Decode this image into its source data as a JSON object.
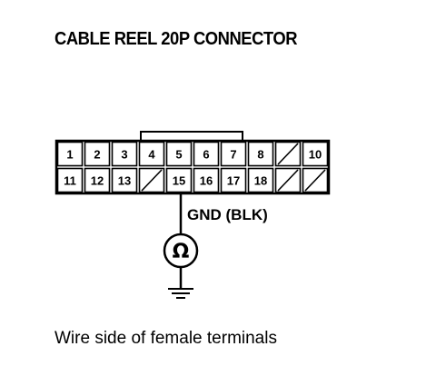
{
  "title": "CABLE REEL 20P CONNECTOR",
  "wire_label": "GND (BLK)",
  "caption": "Wire side of female terminals",
  "connector": {
    "row1": [
      "1",
      "2",
      "3",
      "4",
      "5",
      "6",
      "7",
      "8",
      "",
      "10"
    ],
    "row2": [
      "11",
      "12",
      "13",
      "",
      "15",
      "16",
      "17",
      "18",
      "",
      ""
    ],
    "row1_blank_slashed": [
      false,
      false,
      false,
      false,
      false,
      false,
      false,
      false,
      true,
      false
    ],
    "row2_blank_slashed": [
      false,
      false,
      false,
      true,
      false,
      false,
      false,
      false,
      true,
      true
    ]
  },
  "symbols": {
    "meter": "ohmmeter-icon",
    "meter_glyph": "Ω",
    "ground": "ground-icon"
  }
}
